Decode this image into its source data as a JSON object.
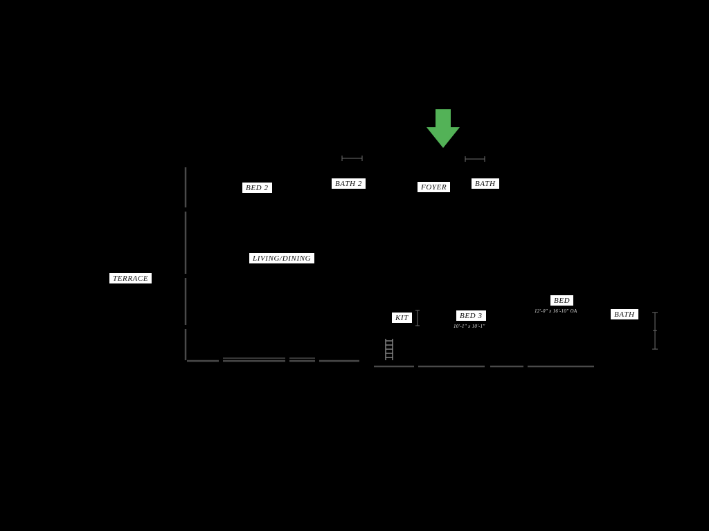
{
  "title": "apartment-floor-plan",
  "colors": {
    "background": "#000000",
    "entry_arrow": "#53b257",
    "wall": "#4a4a4a",
    "label_bg": "#ffffff",
    "label_text": "#0a0a0a"
  },
  "entry_arrow": {
    "name": "entry-arrow",
    "direction": "down"
  },
  "rooms": {
    "bed2": {
      "label": "BED 2"
    },
    "bath2": {
      "label": "BATH 2"
    },
    "foyer": {
      "label": "FOYER"
    },
    "bath_top": {
      "label": "BATH"
    },
    "terrace": {
      "label": "TERRACE"
    },
    "living": {
      "label": "LIVING/DINING"
    },
    "kit": {
      "label": "KIT"
    },
    "bed3": {
      "label": "BED 3",
      "dims": "10'-1\" x 10'-1\""
    },
    "bed": {
      "label": "BED",
      "dims": "12'-0\" x 16'-10\" OA"
    },
    "bath_right": {
      "label": "BATH"
    }
  }
}
